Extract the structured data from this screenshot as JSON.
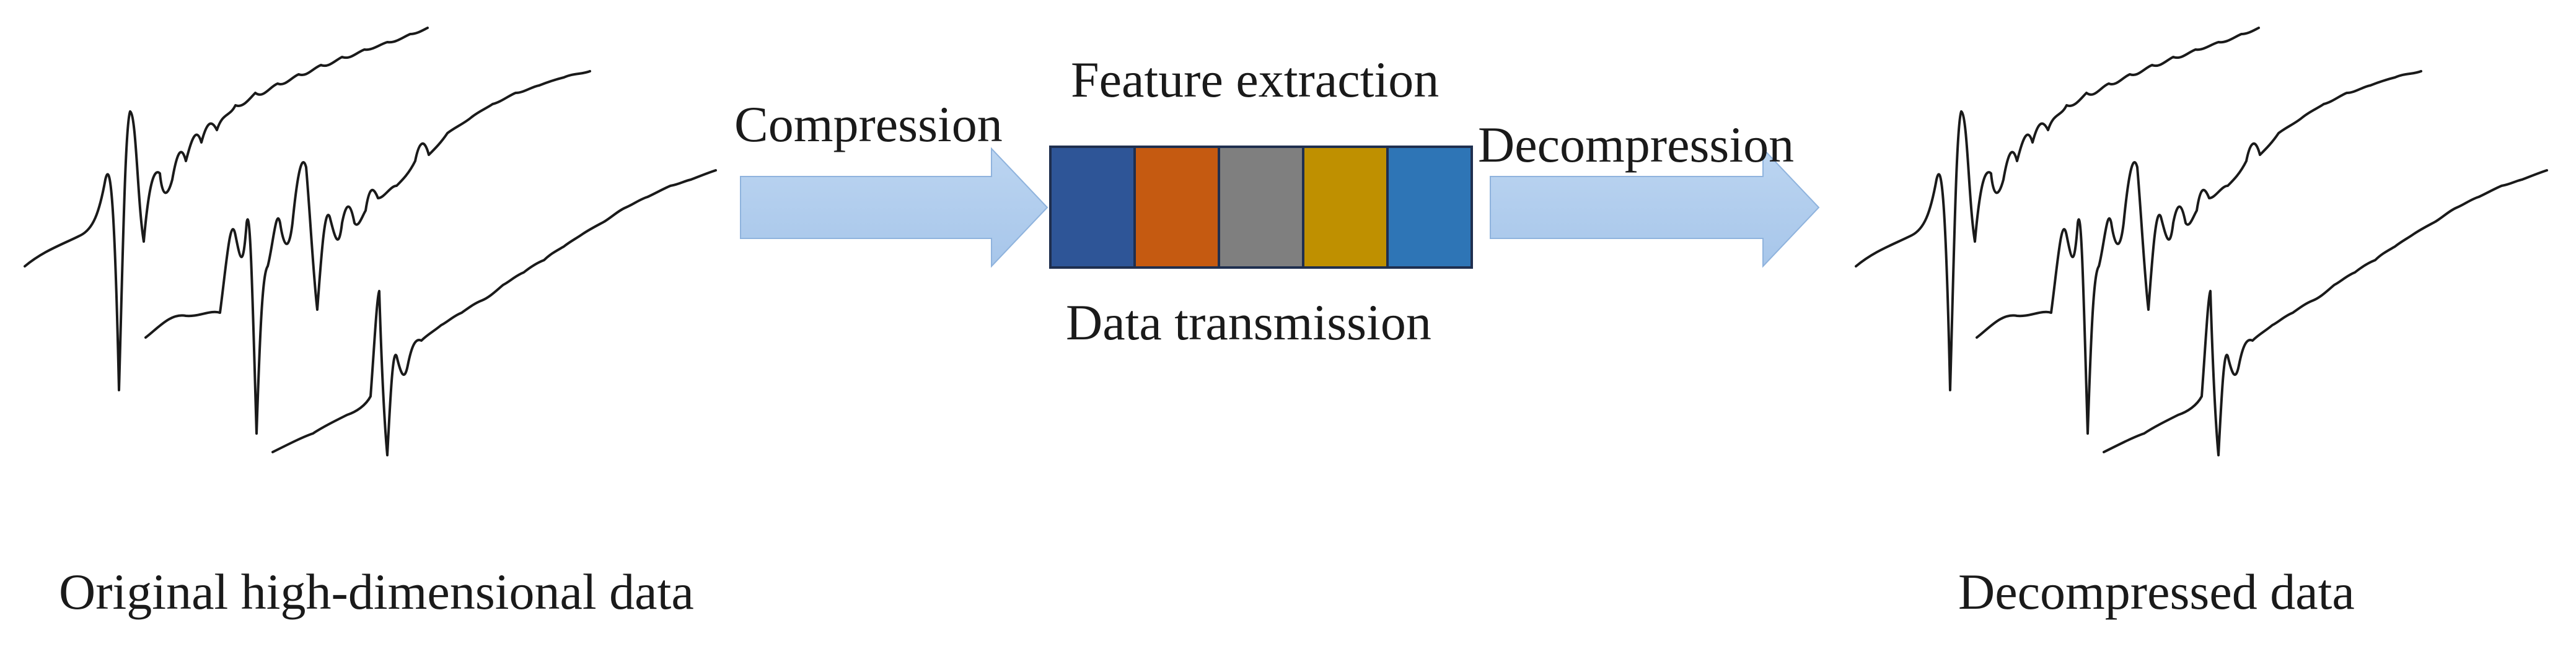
{
  "labels": {
    "compression": "Compression",
    "feature_extraction": "Feature extraction",
    "decompression": "Decompression",
    "data_transmission": "Data transmission",
    "original_data": "Original high-dimensional data",
    "decompressed_data": "Decompressed data"
  },
  "colors": {
    "arrow_fill": "#a7c6ea",
    "arrow_fill_light": "#bcd5f1",
    "arrow_stroke": "#8fb3dd",
    "block_outline": "#1f2f4f",
    "waveform": "#1a1a1a",
    "blocks": [
      "#2e5597",
      "#c55a11",
      "#7f7f7f",
      "#bf9000",
      "#2e75b6"
    ]
  },
  "icons": {
    "signal_group_left": "waveform-stack-icon",
    "signal_group_right": "waveform-stack-icon",
    "arrow_compression": "right-arrow",
    "arrow_decompression": "right-arrow"
  }
}
